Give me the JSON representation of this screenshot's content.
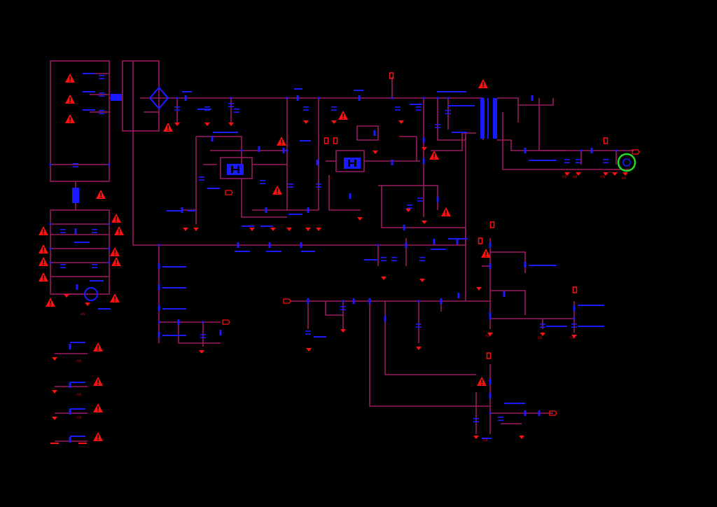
{
  "schematic": {
    "colors": {
      "background": "#000000",
      "wire": "#9a1a60",
      "component": "#1a1aff",
      "ground": "#ff1010",
      "warning": "#ff1010",
      "highlight": "#22dd22"
    },
    "ground_labels": [
      "F/S",
      "F/S",
      "F/S",
      "F/S",
      "F/S",
      "F/S",
      "F/S",
      "F/S",
      "F/S",
      "F/S",
      "F/S",
      "F/S"
    ]
  }
}
